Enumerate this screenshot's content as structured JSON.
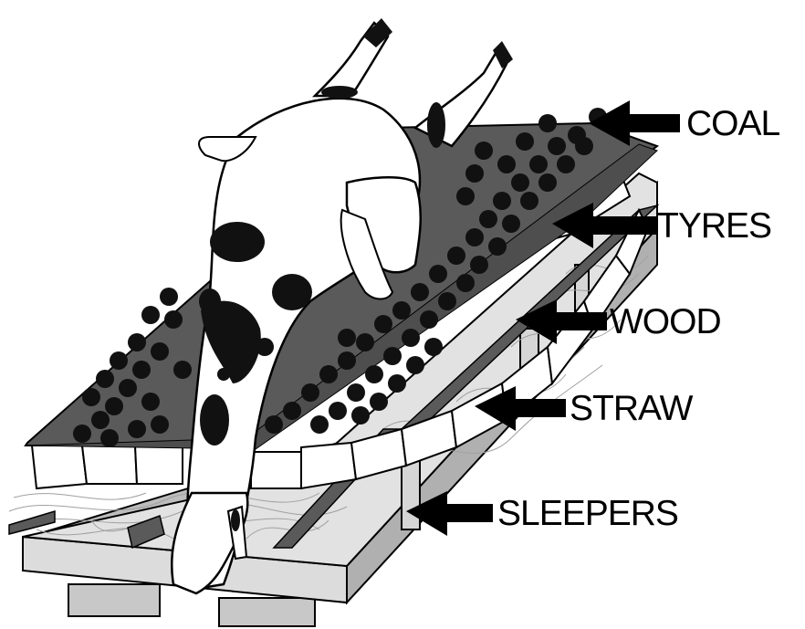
{
  "labels": {
    "coal": "COAL",
    "tyres": "TYRES",
    "wood": "WOOD",
    "straw": "STRAW",
    "sleepers": "SLEEPERS"
  },
  "colors": {
    "coal_sheet": "#5a5a5a",
    "coal_lump": "#111111",
    "tyre": "#ffffff",
    "sleeper_top": "#dcdcdc",
    "sleeper_side": "#bdbdbd",
    "straw": "#a0a0a0",
    "arrow": "#000000"
  }
}
